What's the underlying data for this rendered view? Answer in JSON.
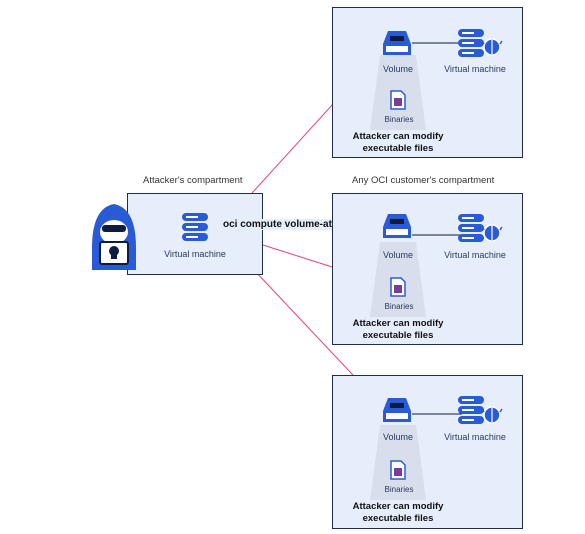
{
  "attacker": {
    "compartment_label": "Attacker's compartment",
    "vm_label": "Virtual machine",
    "command": "oci compute volume-attachment"
  },
  "middle_compartment_label": "Any OCI customer's compartment",
  "targets": [
    {
      "volume_label": "Volume",
      "vm_label": "Virtual machine",
      "binaries_label": "Binaries",
      "warning_line1": "Attacker can modify",
      "warning_line2": "executable files"
    },
    {
      "volume_label": "Volume",
      "vm_label": "Virtual machine",
      "binaries_label": "Binaries",
      "warning_line1": "Attacker can modify",
      "warning_line2": "executable files"
    },
    {
      "volume_label": "Volume",
      "vm_label": "Virtual machine",
      "binaries_label": "Binaries",
      "warning_line1": "Attacker can modify",
      "warning_line2": "executable files"
    }
  ],
  "colors": {
    "accent": "#2a5bd7",
    "line": "#e0457b",
    "box_bg": "#e7eefb",
    "border": "#1f2d4d"
  },
  "icons": [
    "hacker-icon",
    "server-icon",
    "volume-drive-icon",
    "bug-icon",
    "binary-file-icon"
  ]
}
